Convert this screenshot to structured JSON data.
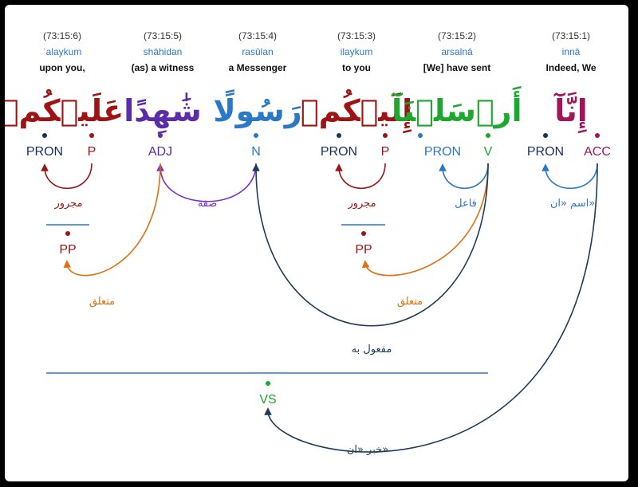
{
  "colors": {
    "pron": "#1c2f5c",
    "p": "#9e1414",
    "adj": "#5b2ca8",
    "n": "#2a78c8",
    "v": "#1ca82e",
    "acc": "#a3145a",
    "orange": "#e07010",
    "purple": "#7a2ccf",
    "dark": "#1c3c58",
    "blue": "#2a78c8"
  },
  "words": [
    {
      "loc": "(73:15:6)",
      "translit": "ʿalaykum",
      "gloss": "upon you,",
      "arabic": "عَلَيۡكُمۡ"
    },
    {
      "loc": "(73:15:5)",
      "translit": "shāhidan",
      "gloss": "(as) a witness",
      "arabic": "شَٰهِدًا"
    },
    {
      "loc": "(73:15:4)",
      "translit": "rasūlan",
      "gloss": "a Messenger",
      "arabic": "رَسُولًا"
    },
    {
      "loc": "(73:15:3)",
      "translit": "ilaykum",
      "gloss": "to you",
      "arabic": "إِلَيۡكُمۡ"
    },
    {
      "loc": "(73:15:2)",
      "translit": "arsalnā",
      "gloss": "[We] have sent",
      "arabic": "أَرۡسَلۡنَآ"
    },
    {
      "loc": "(73:15:1)",
      "translit": "innā",
      "gloss": "Indeed, We",
      "arabic": "إِنَّآ"
    }
  ],
  "tags": [
    {
      "label": "PRON",
      "color": "pron"
    },
    {
      "label": "P",
      "color": "p"
    },
    {
      "label": "ADJ",
      "color": "adj"
    },
    {
      "label": "N",
      "color": "n"
    },
    {
      "label": "PRON",
      "color": "pron"
    },
    {
      "label": "P",
      "color": "p"
    },
    {
      "label": "PRON",
      "color": "blue"
    },
    {
      "label": "V",
      "color": "v"
    },
    {
      "label": "PRON",
      "color": "pron"
    },
    {
      "label": "ACC",
      "color": "acc"
    }
  ],
  "phrase_nodes": [
    {
      "label": "PP",
      "color": "p"
    },
    {
      "label": "PP",
      "color": "p"
    },
    {
      "label": "VS",
      "color": "v"
    }
  ],
  "relations": [
    {
      "label": "مجرور",
      "color": "p"
    },
    {
      "label": "صفة",
      "color": "purple"
    },
    {
      "label": "مجرور",
      "color": "p"
    },
    {
      "label": "فاعل",
      "color": "blue"
    },
    {
      "label": "اسم «ان»",
      "color": "blue"
    },
    {
      "label": "متعلق",
      "color": "orange"
    },
    {
      "label": "متعلق",
      "color": "orange"
    },
    {
      "label": "مفعول به",
      "color": "dark"
    },
    {
      "label": "خبر «ان»",
      "color": "dark"
    }
  ]
}
